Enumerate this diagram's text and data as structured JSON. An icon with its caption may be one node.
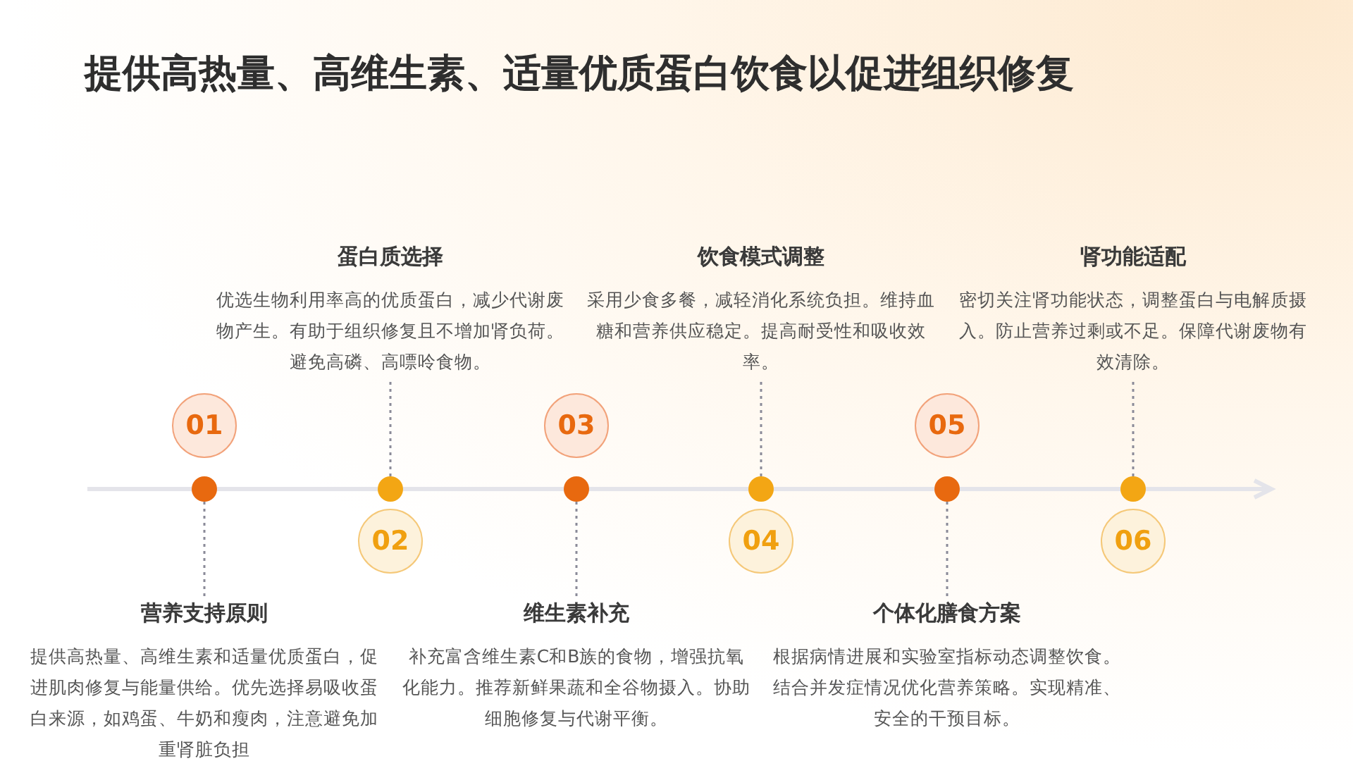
{
  "diagram": {
    "title": "提供高热量、高维生素、适量优质蛋白饮食以促进组织修复",
    "nodes": [
      {
        "text": [
          "01"
        ]
      },
      {
        "text": [],
        "shape": "circle"
      },
      {
        "text": [
          "营养支持原则",
          "提供高热量、高维生素和适量优质蛋白，促进肌肉修复与能量供给。优先选择易吸收蛋白来源，如鸡蛋、牛奶和瘦肉，注意避免加重肾脏负担"
        ]
      },
      {
        "text": [
          "02"
        ]
      },
      {
        "text": [],
        "shape": "circle"
      },
      {
        "text": [
          "蛋白质选择",
          "优选生物利用率高的优质蛋白，减少代谢废物产生。有助于组织修复且不增加肾负荷。避免高磷、高嘌呤食物。"
        ]
      },
      {
        "text": [
          "03"
        ]
      },
      {
        "text": [],
        "shape": "circle"
      },
      {
        "text": [
          "维生素补充",
          "补充富含维生素C和B族的食物，增强抗氧化能力。推荐新鲜果蔬和全谷物摄入。协助细胞修复与代谢平衡。"
        ]
      },
      {
        "text": [
          "04"
        ]
      },
      {
        "text": [],
        "shape": "circle"
      },
      {
        "text": [
          "饮食模式调整",
          "采用少食多餐，减轻消化系统负担。维持血糖和营养供应稳定。提高耐受性和吸收效率。"
        ]
      },
      {
        "text": [
          "05"
        ]
      },
      {
        "text": [],
        "shape": "circle"
      },
      {
        "text": [
          "个体化膳食方案",
          "根据病情进展和实验室指标动态调整饮食。结合并发症情况优化营养策略。实现精准、安全的干预目标。"
        ]
      },
      {
        "text": [
          "06"
        ]
      },
      {
        "text": [],
        "shape": "circle"
      },
      {
        "text": [
          "肾功能适配",
          "密切关注肾功能状态，调整蛋白与电解质摄入。防止营养过剩或不足。保障代谢废物有效清除。"
        ]
      }
    ],
    "edges": [
      {
        "from": 1,
        "to": 2,
        "arrow": "none",
        "style": "dashed"
      },
      {
        "from": 4,
        "to": 5,
        "arrow": "none",
        "style": "dashed"
      },
      {
        "from": 7,
        "to": 8,
        "arrow": "none",
        "style": "dashed"
      },
      {
        "from": 10,
        "to": 11,
        "arrow": "none",
        "style": "dashed"
      },
      {
        "from": 13,
        "to": 14,
        "arrow": "none",
        "style": "dashed"
      },
      {
        "from": 16,
        "to": 17,
        "arrow": "none",
        "style": "dashed"
      }
    ]
  }
}
